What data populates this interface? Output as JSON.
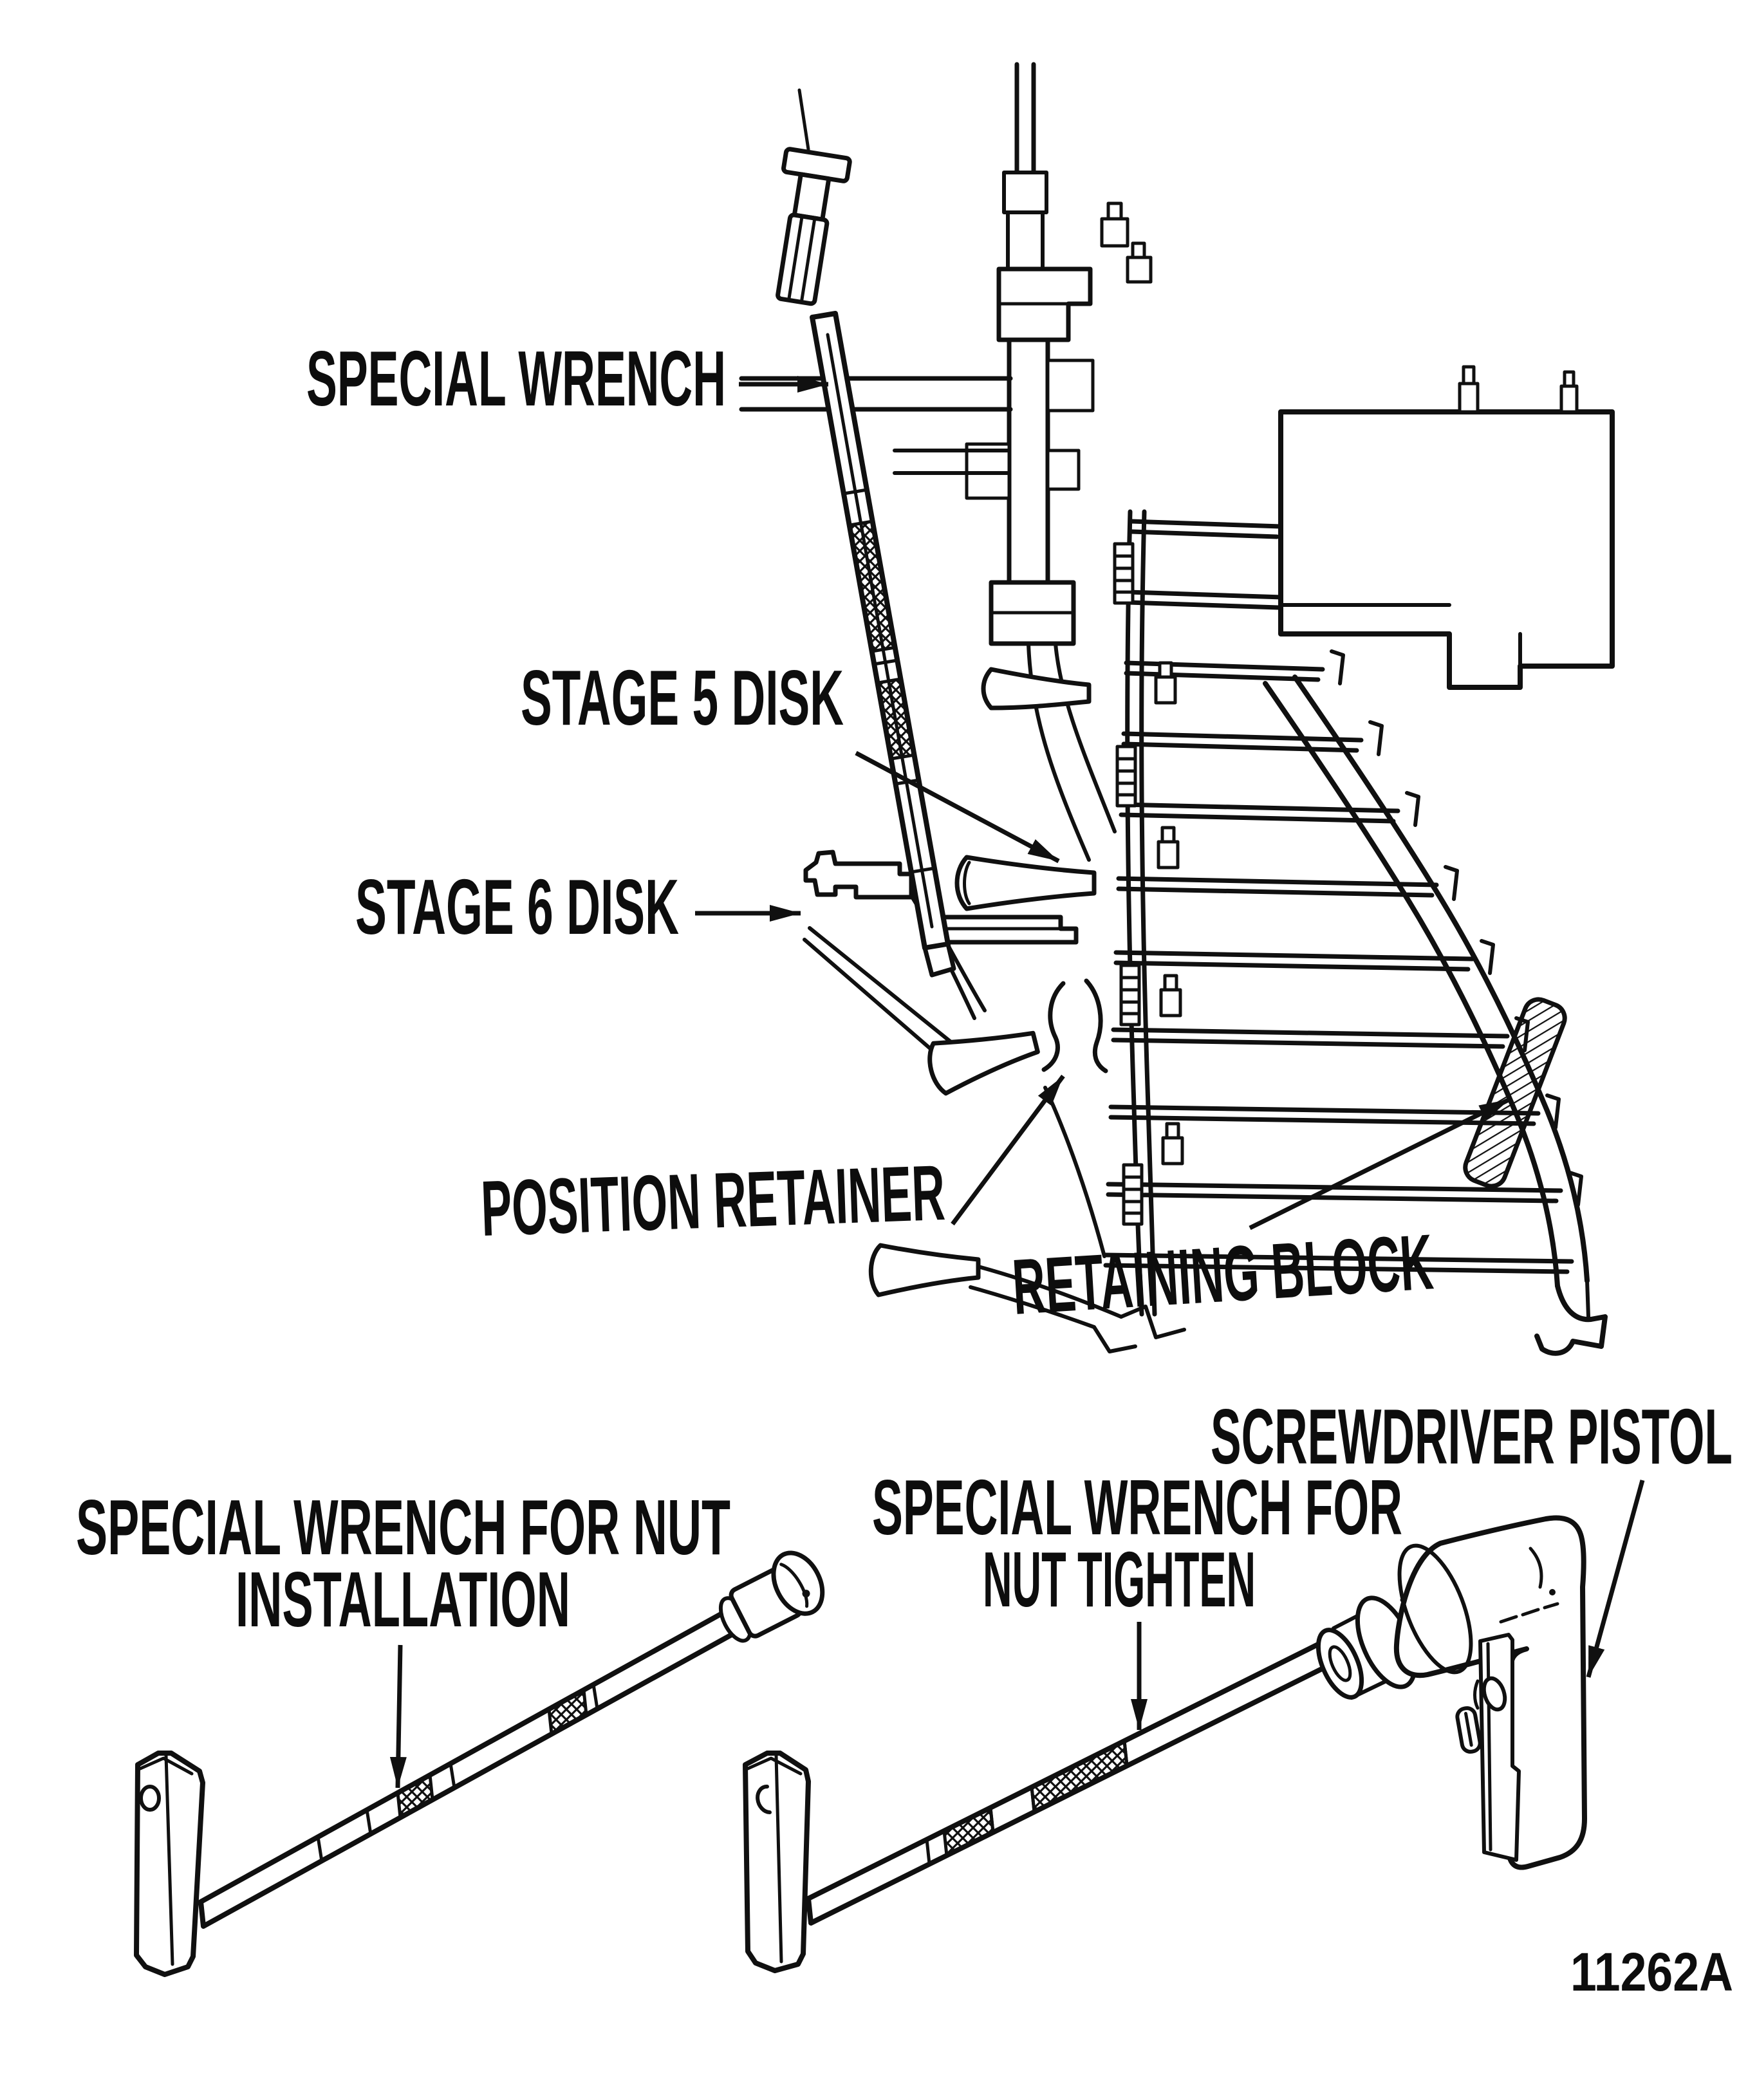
{
  "page": {
    "background_color": "#ffffff",
    "ink_color": "#101010",
    "description": "Engine compressor cross-section maintenance figure with special tools"
  },
  "labels": {
    "special_wrench": "SPECIAL WRENCH",
    "stage5_disk": "STAGE 5 DISK",
    "stage6_disk": "STAGE 6 DISK",
    "position_retainer": "POSITION RETAINER",
    "retaining_block": "RETAINING BLOCK",
    "screwdriver_pistol": "SCREWDRIVER PISTOL",
    "wrench_installation_line1": "SPECIAL WRENCH FOR NUT",
    "wrench_installation_line2": "INSTALLATION",
    "wrench_tighten_line1": "SPECIAL WRENCH FOR",
    "wrench_tighten_line2": "NUT TIGHTEN",
    "figure_number": "11262A"
  }
}
